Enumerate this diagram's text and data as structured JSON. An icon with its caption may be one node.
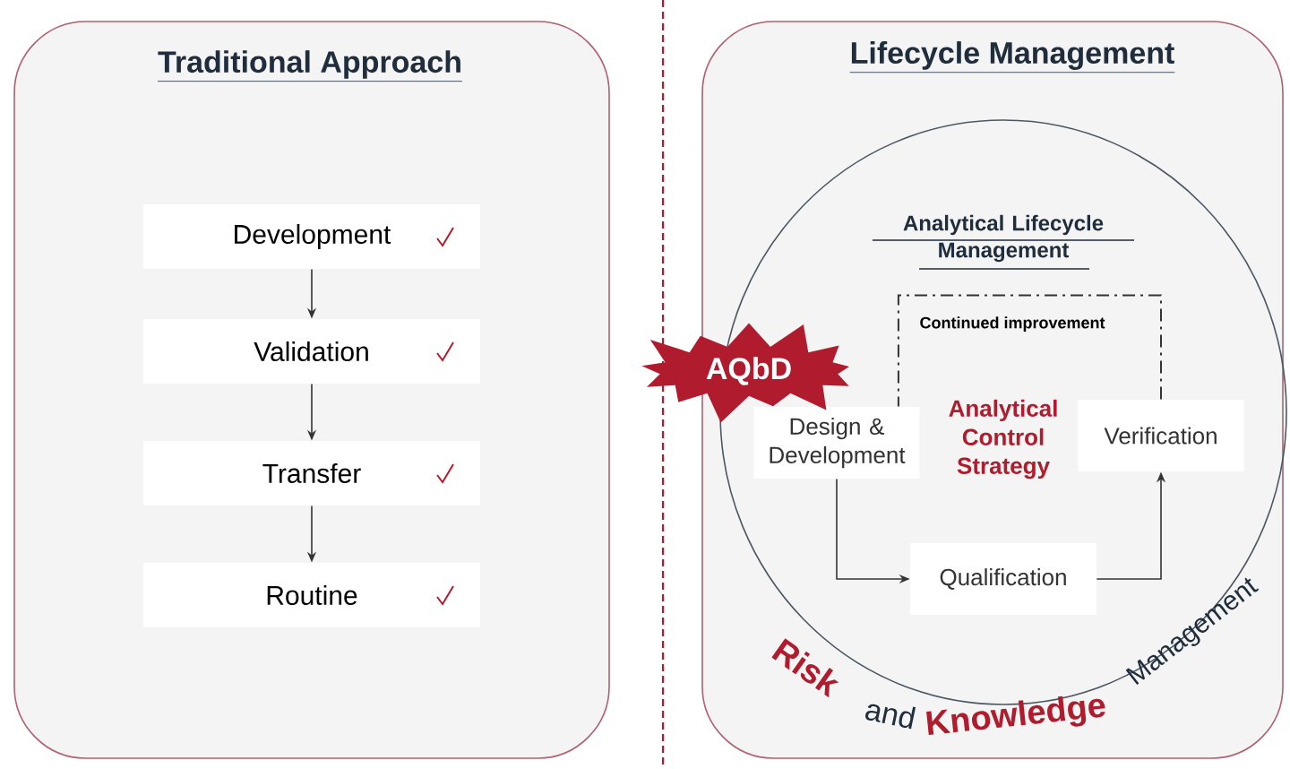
{
  "diagram": {
    "nodes": [
      {
        "text": [
          "Traditional Approach"
        ]
      },
      {
        "text": [
          "Development"
        ],
        "in": 0
      },
      {
        "text": [
          "Validation"
        ],
        "in": 0
      },
      {
        "text": [
          "Transfer"
        ],
        "in": 0
      },
      {
        "text": [
          "Routine"
        ],
        "in": 0
      },
      {
        "text": [
          "Lifecycle Management"
        ]
      },
      {
        "text": [
          "Analytical Lifecycle Management"
        ],
        "in": 5
      },
      {
        "text": [
          "Design & Development"
        ],
        "in": 6
      },
      {
        "text": [
          "Verification"
        ],
        "in": 6
      },
      {
        "text": [
          "Qualification"
        ],
        "in": 6
      },
      {
        "text": [
          "AQbD"
        ]
      }
    ],
    "edges": [
      {
        "from": 1,
        "to": 2,
        "arrow": "to"
      },
      {
        "from": 2,
        "to": 3,
        "arrow": "to"
      },
      {
        "from": 3,
        "to": 4,
        "arrow": "to"
      },
      {
        "from": 7,
        "to": 9,
        "arrow": "to"
      },
      {
        "from": 9,
        "to": 8,
        "arrow": "to"
      },
      {
        "from": 8,
        "to": 7,
        "arrow": "none",
        "style": "dashed",
        "label": "Continued improvement"
      }
    ],
    "labels": [
      "Analytical Control Strategy",
      "Risk",
      "and",
      "Knowledge",
      "Management"
    ]
  }
}
